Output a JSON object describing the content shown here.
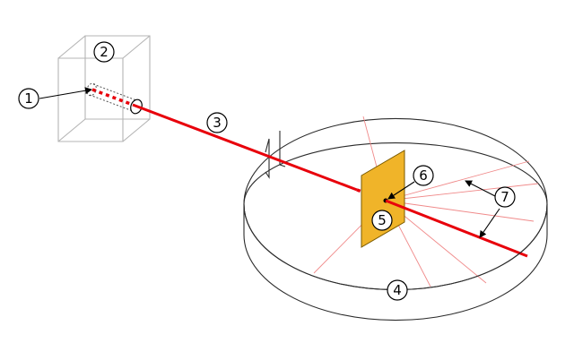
{
  "diagram": {
    "colors": {
      "beam": "#e8000b",
      "scatter_rays": "#f08a8a",
      "foil": "#f0b429",
      "foil_edge": "#7a5a00",
      "enclosure": "#b4b4b4",
      "screen": "#2b2b2b"
    },
    "labels": {
      "source": "1",
      "enclosure": "2",
      "beam": "3",
      "screen": "4",
      "foil": "5",
      "impact": "6",
      "scattered": "7"
    }
  }
}
